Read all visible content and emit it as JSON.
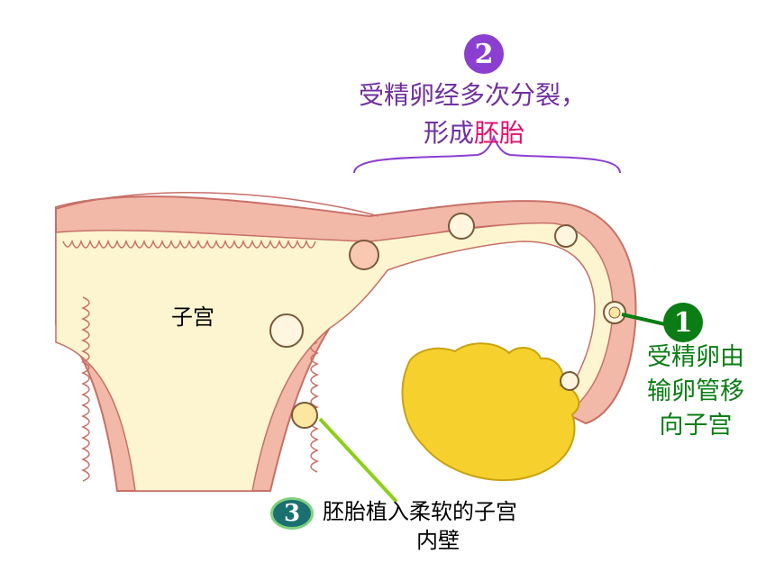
{
  "step2": {
    "number": "2",
    "line1": "受精卵经多次分裂，",
    "line2_prefix": "形成",
    "line2_highlight": "胚胎",
    "color": "#7030a0",
    "highlight_color": "#e0106e"
  },
  "step1": {
    "number": "1",
    "line1": "受精卵由",
    "line2": "输卵管移",
    "line3": "向子宫",
    "color": "#0b7d14"
  },
  "step3": {
    "number": "3",
    "line1": "胚胎植入柔软的子宫",
    "line2": "内壁"
  },
  "labels": {
    "uterus": "子宫"
  },
  "colors": {
    "tissue_pink": "#f2b8a8",
    "tissue_dark": "#c77068",
    "cavity_cream": "#fdf5cf",
    "ovary_yellow": "#f6d12e",
    "pointer_green": "#8ccf1a"
  }
}
